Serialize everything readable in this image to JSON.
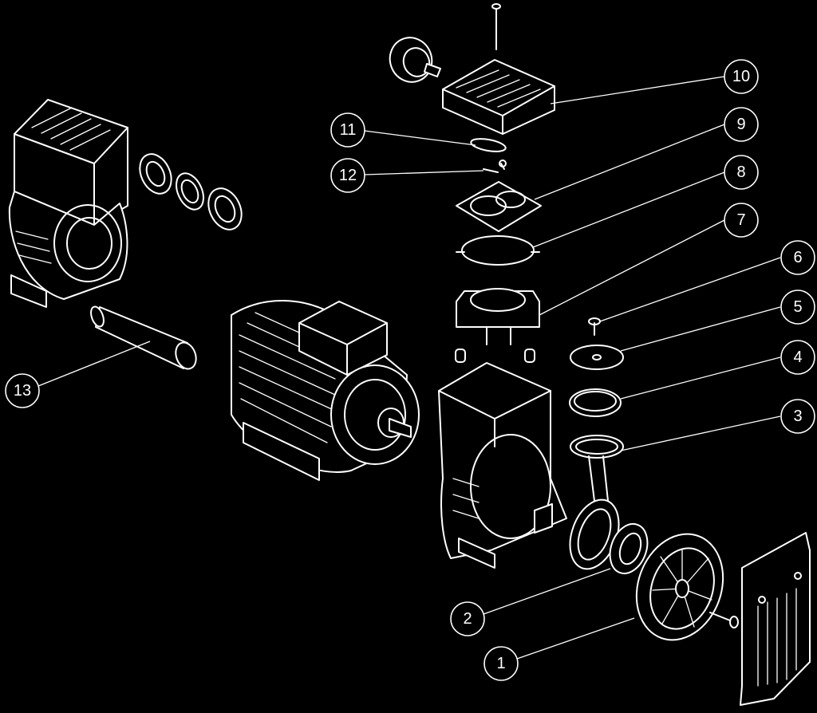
{
  "callouts": [
    {
      "id": "1",
      "label": "1"
    },
    {
      "id": "2",
      "label": "2"
    },
    {
      "id": "3",
      "label": "3"
    },
    {
      "id": "4",
      "label": "4"
    },
    {
      "id": "5",
      "label": "5"
    },
    {
      "id": "6",
      "label": "6"
    },
    {
      "id": "7",
      "label": "7"
    },
    {
      "id": "8",
      "label": "8"
    },
    {
      "id": "9",
      "label": "9"
    },
    {
      "id": "10",
      "label": "10"
    },
    {
      "id": "11",
      "label": "11"
    },
    {
      "id": "12",
      "label": "12"
    },
    {
      "id": "13",
      "label": "13"
    }
  ],
  "colors": {
    "background": "#000000",
    "line": "#ffffff"
  }
}
